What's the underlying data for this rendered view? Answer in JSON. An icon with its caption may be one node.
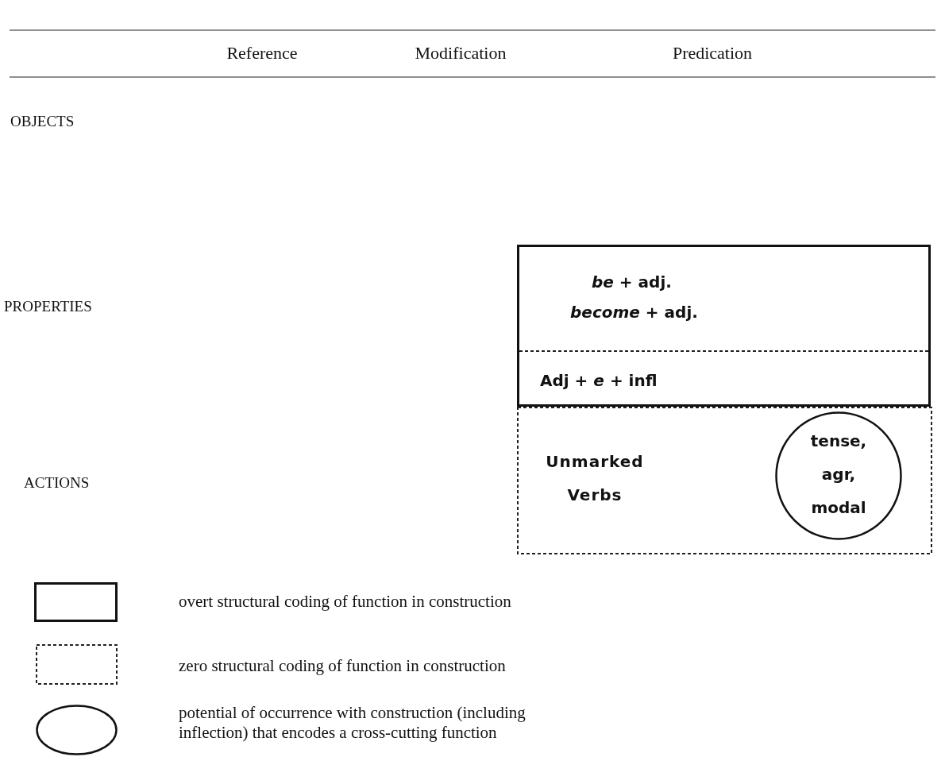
{
  "diagram": {
    "nodes": [
      {
        "text": [
          "*be* + adj.",
          "*become* + adj.",
          "Adj + *e* + infl"
        ]
      },
      {
        "text": [
          "Unmarked Verbs"
        ]
      },
      {
        "text": [
          "tense, agr, modal"
        ],
        "in": 1
      },
      {
        "text": [],
        "shape": "box"
      },
      {
        "text": [],
        "shape": "box"
      },
      {
        "text": [],
        "shape": "circle"
      }
    ],
    "labels": [
      "Reference",
      "Modification",
      "Predication",
      "OBJECTS",
      "PROPERTIES",
      "ACTIONS"
    ],
    "legend": [
      {
        "text": "overt structural coding of function in construction"
      },
      {
        "text": "zero structural coding of function in construction"
      },
      {
        "text": "potential of occurrence with construction (including inflection) that encodes a cross-cutting function"
      }
    ]
  }
}
